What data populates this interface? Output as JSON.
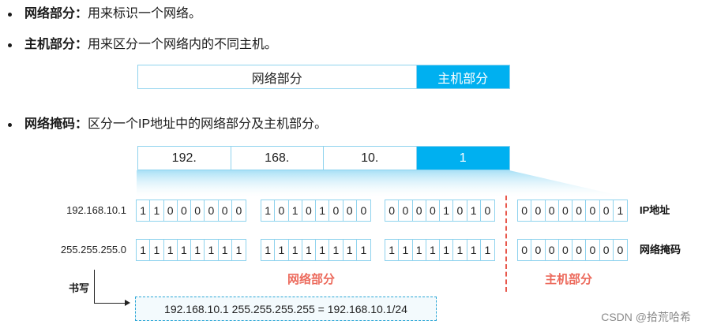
{
  "bullets": [
    {
      "term": "网络部分：",
      "desc": "用来标识一个网络。"
    },
    {
      "term": "主机部分：",
      "desc": "用来区分一个网络内的不同主机。"
    },
    {
      "term": "网络掩码：",
      "desc": "区分一个IP地址中的网络部分及主机部分。"
    }
  ],
  "split_bar": {
    "network": "网络部分",
    "host": "主机部分"
  },
  "octet_bar": [
    "192.",
    "168.",
    "10.",
    "1"
  ],
  "rows": [
    {
      "label": "192.168.10.1",
      "side_label": "IP地址",
      "groups": [
        [
          "1",
          "1",
          "0",
          "0",
          "0",
          "0",
          "0",
          "0"
        ],
        [
          "1",
          "0",
          "1",
          "0",
          "1",
          "0",
          "0",
          "0"
        ],
        [
          "0",
          "0",
          "0",
          "0",
          "1",
          "0",
          "1",
          "0"
        ],
        [
          "0",
          "0",
          "0",
          "0",
          "0",
          "0",
          "0",
          "1"
        ]
      ]
    },
    {
      "label": "255.255.255.0",
      "side_label": "网络掩码",
      "groups": [
        [
          "1",
          "1",
          "1",
          "1",
          "1",
          "1",
          "1",
          "1"
        ],
        [
          "1",
          "1",
          "1",
          "1",
          "1",
          "1",
          "1",
          "1"
        ],
        [
          "1",
          "1",
          "1",
          "1",
          "1",
          "1",
          "1",
          "1"
        ],
        [
          "0",
          "0",
          "0",
          "0",
          "0",
          "0",
          "0",
          "0"
        ]
      ]
    }
  ],
  "part_labels": {
    "network": "网络部分",
    "host": "主机部分"
  },
  "write_label": "书写",
  "notation": "192.168.10.1 255.255.255.255 = 192.168.10.1/24",
  "watermark": "CSDN @拾荒哈希",
  "colors": {
    "accent": "#00b0f0",
    "border": "#8fd3ee",
    "divider": "#e8574b",
    "part_label": "#ec6a5c"
  }
}
